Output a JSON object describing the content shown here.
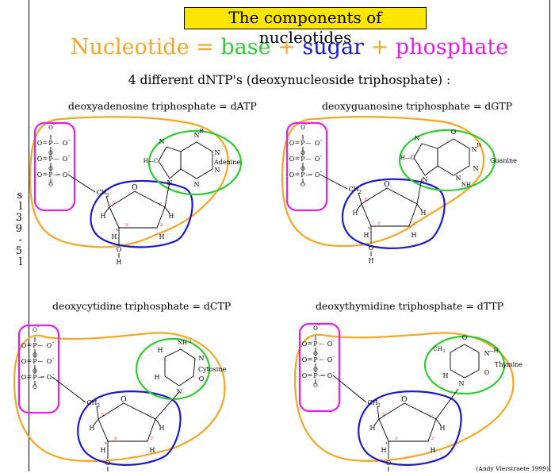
{
  "title": "The components of nucleotides",
  "equation": {
    "nucleotide": "Nucleotide",
    "eq": "=",
    "base": "base",
    "plus": "+",
    "sugar": "sugar",
    "phosphate": "phosphate",
    "colors": {
      "nucleotide": "#f5a623",
      "base": "#2ecc2e",
      "sugar": "#1a1acc",
      "phosphate": "#e61ee6"
    }
  },
  "subtitle": "4 different dNTP's (deoxynucleoside triphosphate) :",
  "panels": [
    {
      "caption": "deoxyadenosine triphosphate = dATP",
      "base_label": "Adenine"
    },
    {
      "caption": "deoxyguanosine triphosphate = dGTP",
      "base_label": "Guanine"
    },
    {
      "caption": "deoxycytidine triphosphate = dCTP",
      "base_label": "Cytosine"
    },
    {
      "caption": "deoxythymidine triphosphate = dTTP",
      "base_label": "Thymine"
    }
  ],
  "gutter_text": [
    "s",
    "l",
    "3",
    "9",
    "-",
    "5",
    "l"
  ],
  "credit": "(Andy Vierstraete 1999)"
}
